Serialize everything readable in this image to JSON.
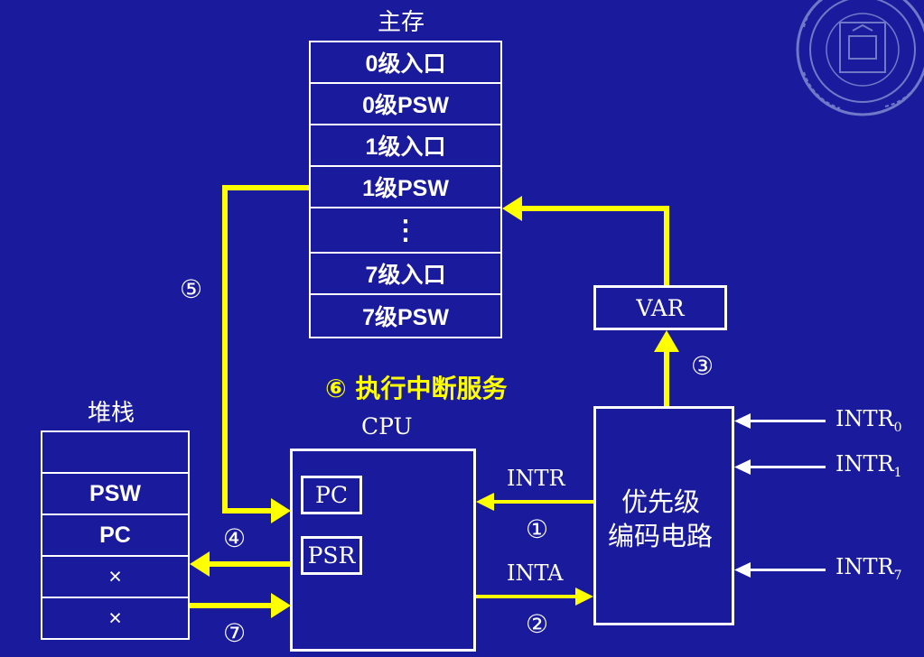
{
  "memory": {
    "title": "主存",
    "rows": [
      "0级入口",
      "0级PSW",
      "1级入口",
      "1级PSW",
      "⋮",
      "7级入口",
      "7级PSW"
    ]
  },
  "stack": {
    "title": "堆栈",
    "rows": [
      "",
      "PSW",
      "PC",
      "×",
      "×"
    ]
  },
  "cpu": {
    "title": "CPU",
    "pc": "PC",
    "psr": "PSR"
  },
  "var_box": "VAR",
  "encoder": {
    "line1": "优先级",
    "line2": "编码电路"
  },
  "signals": {
    "intr": "INTR",
    "inta": "INTA"
  },
  "inputs": [
    {
      "base": "INTR",
      "sub": "0"
    },
    {
      "base": "INTR",
      "sub": "1"
    },
    {
      "base": "INTR",
      "sub": "7"
    }
  ],
  "steps": {
    "s1": "①",
    "s2": "②",
    "s3": "③",
    "s4": "④",
    "s5": "⑤",
    "s7": "⑦",
    "s6": "⑥ 执行中断服务"
  },
  "colors": {
    "background": "#1a1a9c",
    "highlight": "#ffff00",
    "line": "#ffffff"
  }
}
